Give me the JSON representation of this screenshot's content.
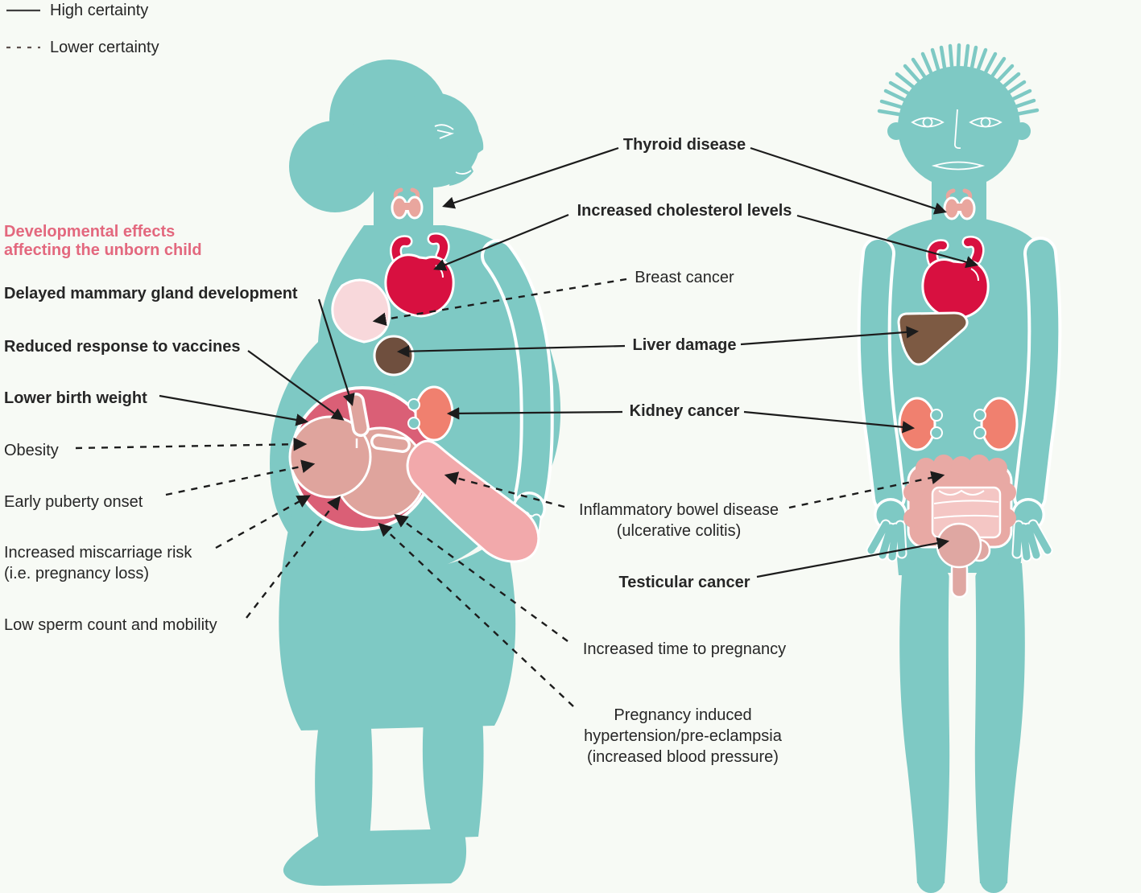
{
  "legend": {
    "high": "High certainty",
    "low": "Lower certainty"
  },
  "section_header": "Developmental effects\naffecting the unborn child",
  "labels": {
    "delayed_mammary": "Delayed mammary gland development",
    "reduced_vaccines": "Reduced response to vaccines",
    "lower_birth_weight": "Lower birth weight",
    "obesity": "Obesity",
    "early_puberty": "Early puberty onset",
    "miscarriage": "Increased miscarriage risk\n(i.e. pregnancy loss)",
    "low_sperm": "Low sperm count and mobility",
    "thyroid_disease": "Thyroid disease",
    "cholesterol": "Increased cholesterol levels",
    "breast_cancer": "Breast cancer",
    "liver_damage": "Liver damage",
    "kidney_cancer": "Kidney cancer",
    "ibd": "Inflammatory bowel disease\n(ulcerative colitis)",
    "testicular_cancer": "Testicular cancer",
    "time_to_pregnancy": "Increased time to pregnancy",
    "hypertension": "Pregnancy induced\nhypertension/pre-eclampsia\n(increased blood pressure)"
  },
  "figures": {
    "left": "pregnant woman (side profile)",
    "right": "man (front view)"
  },
  "colors": {
    "background": "#f7faf5",
    "body_teal": "#7ec9c4",
    "heart": "#d81040",
    "thyroid": "#e9a69e",
    "breast": "#f8d8db",
    "liver_woman": "#6f4f3e",
    "liver_man": "#7d5a43",
    "kidney": "#f0806f",
    "gut_woman": "#f2a9ab",
    "colon": "#e8a9a4",
    "small_intestine": "#f4c6c4",
    "testis": "#dfa7a2",
    "womb": "#da5f76",
    "fetus": "#dfa49d",
    "accent_pink": "#e3687e",
    "line": "#1c1c1c",
    "text": "#262626"
  }
}
